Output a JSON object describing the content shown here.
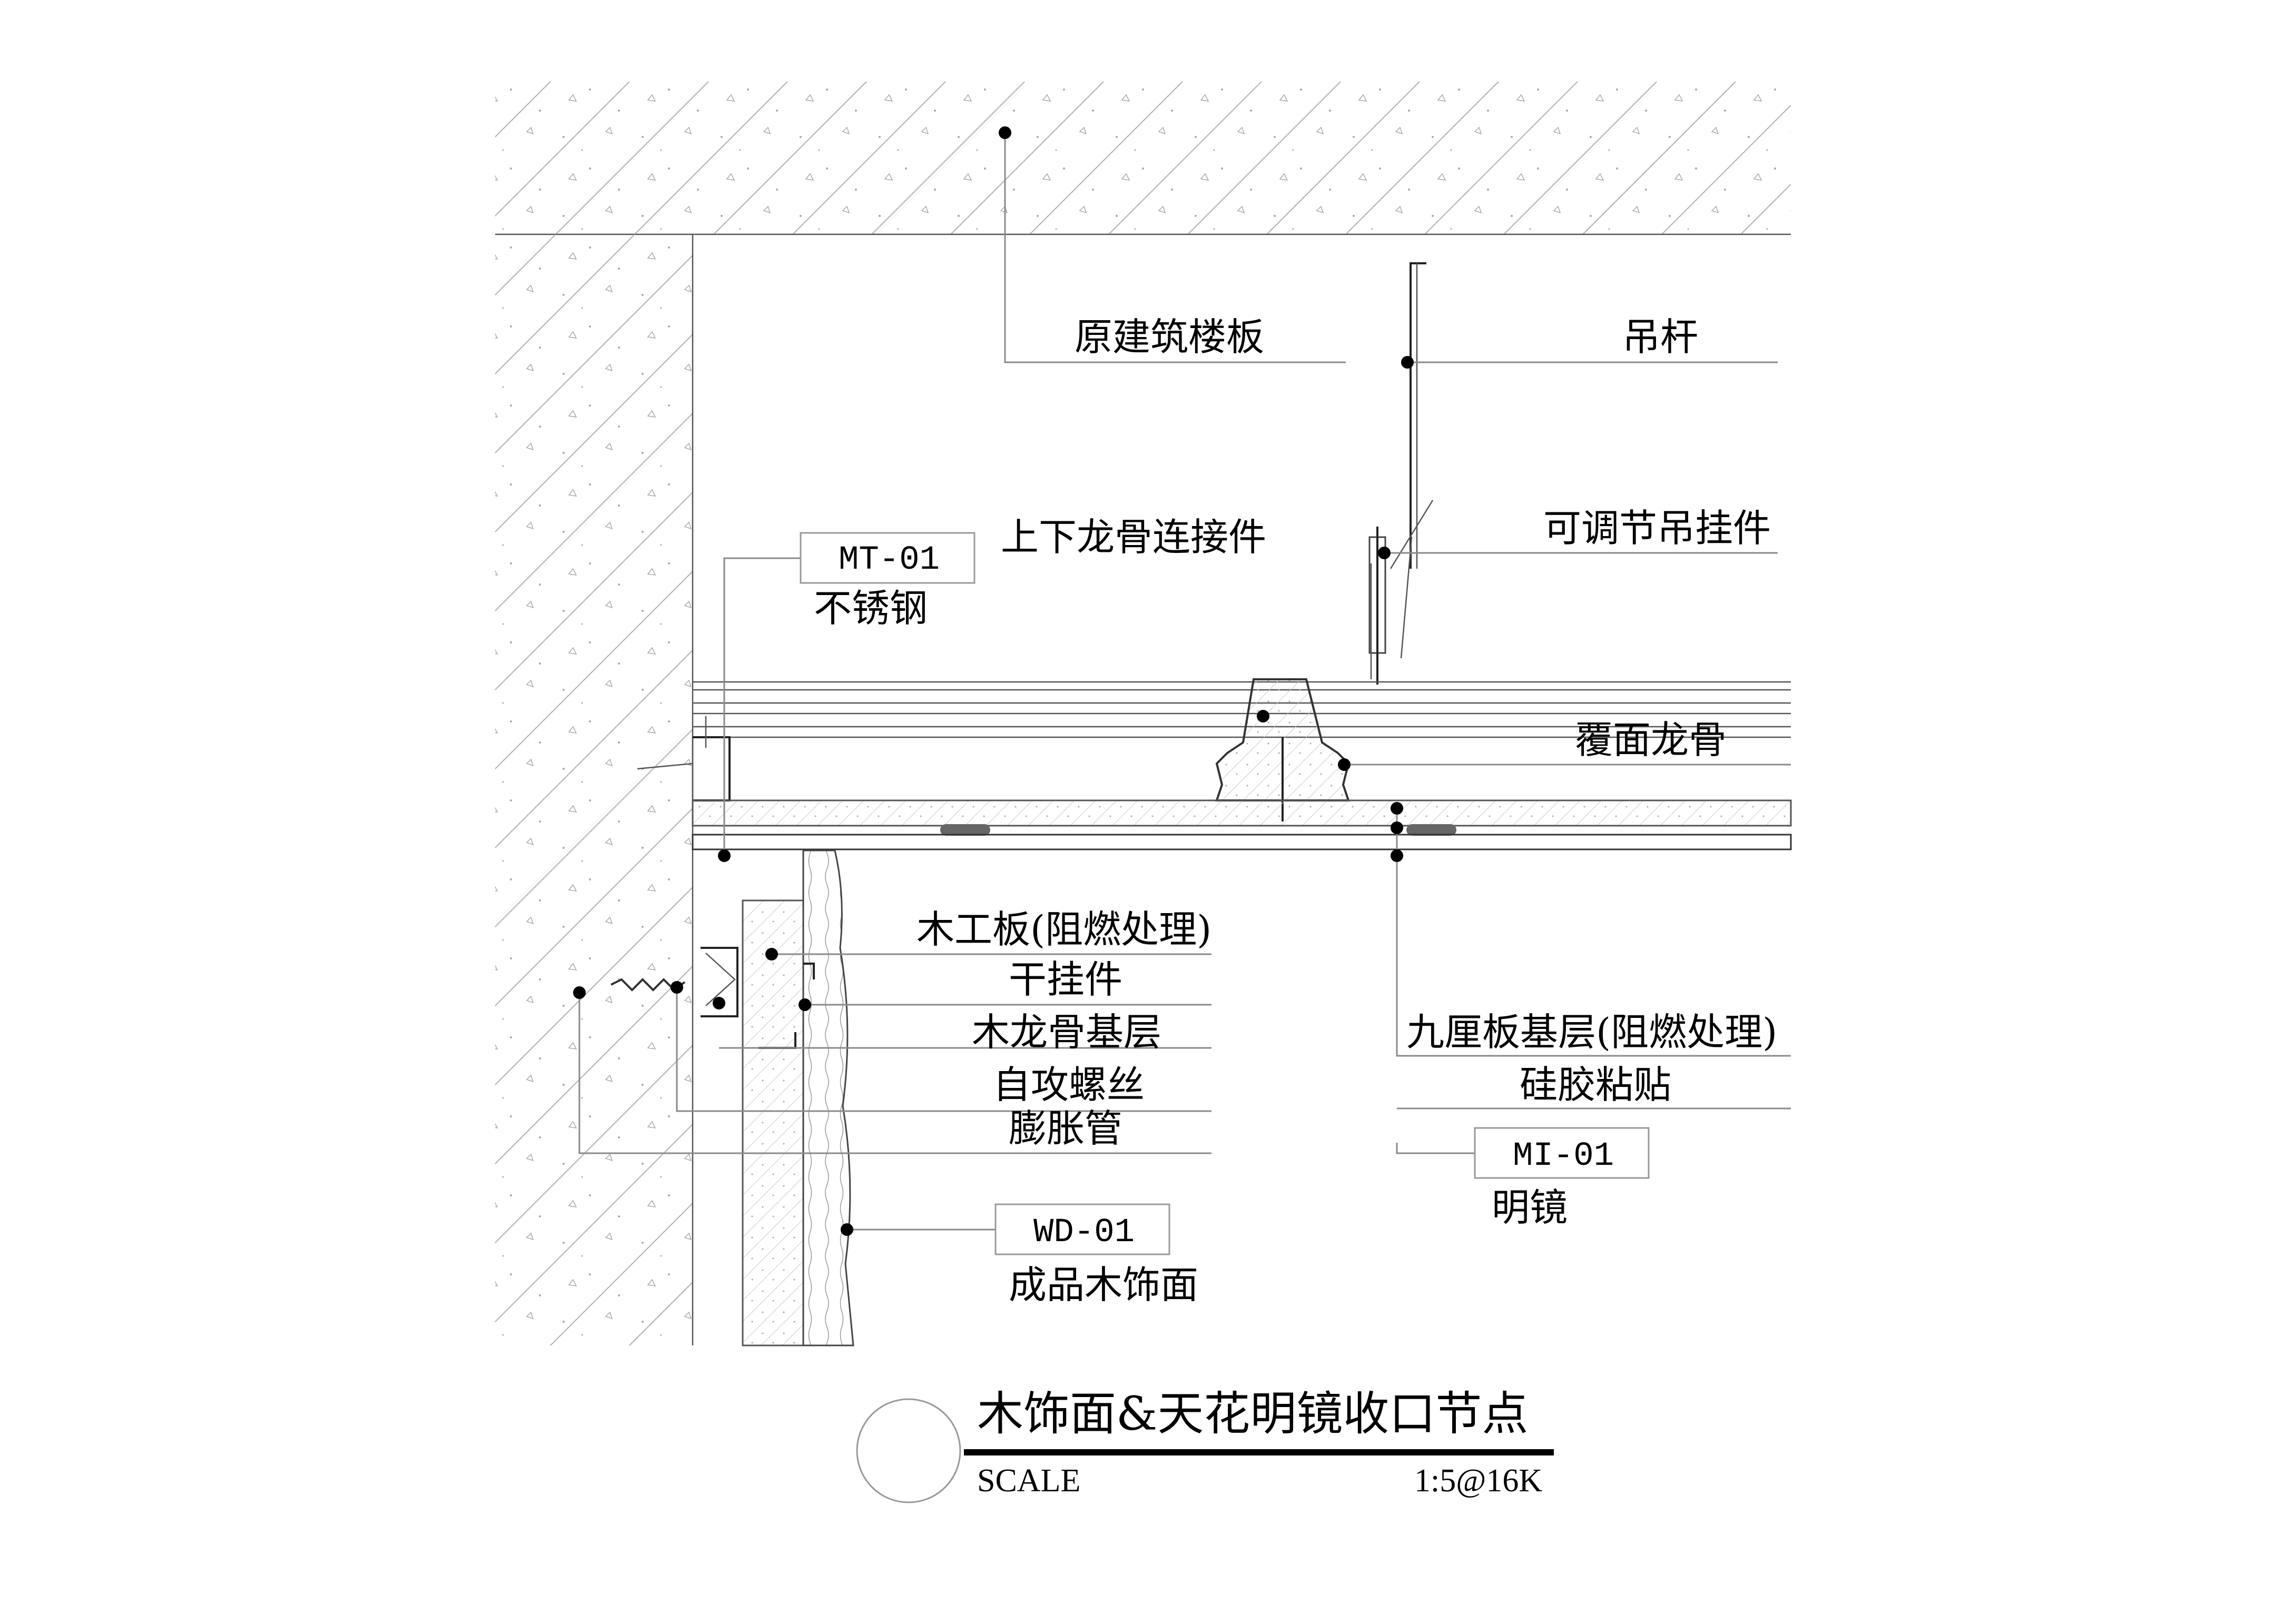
{
  "labels": {
    "floor_slab": "原建筑楼板",
    "hanger_rod": "吊杆",
    "adjustable_hanger": "可调节吊挂件",
    "connector": "上下龙骨连接件",
    "stainless_code": "MT-01",
    "stainless_name": "不锈钢",
    "cover_keel": "覆面龙骨",
    "blockboard": "木工板(阻燃处理)",
    "dry_hanger": "干挂件",
    "wood_keel": "木龙骨基层",
    "self_tapping_screw": "自攻螺丝",
    "expansion_tube": "膨胀管",
    "plywood_base": "九厘板基层(阻燃处理)",
    "silicone": "硅胶粘贴",
    "mirror_code": "MI-01",
    "mirror_name": "明镜",
    "wood_code": "WD-01",
    "wood_name": "成品木饰面"
  },
  "titleblock": {
    "title": "木饰面&天花明镜收口节点",
    "scale_label": "SCALE",
    "scale_value": "1:5@16K"
  }
}
